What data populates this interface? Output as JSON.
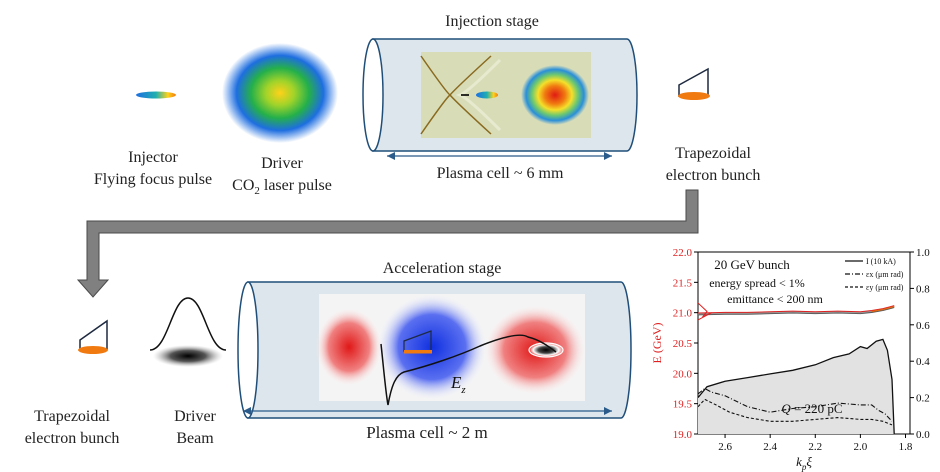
{
  "injection": {
    "title": "Injection stage",
    "cell_label": "Plasma cell ~ 6 mm",
    "injector_label_1": "Injector",
    "injector_label_2": "Flying focus pulse",
    "driver_label_1": "Driver",
    "driver_label_2_prefix": "CO",
    "driver_label_2_sub": "2",
    "driver_label_2_suffix": " laser pulse",
    "bunch_label_1": "Trapezoidal",
    "bunch_label_2": "electron bunch"
  },
  "acceleration": {
    "title": "Acceleration stage",
    "cell_label": "Plasma cell ~ 2 m",
    "field_label_main": "E",
    "field_label_sub": "z",
    "bunch_label_1": "Trapezoidal",
    "bunch_label_2": "electron bunch",
    "driver_label_1": "Driver",
    "driver_label_2": "Beam"
  },
  "colors": {
    "cell_stroke": "#1f4e79",
    "cell_fill": "#dde6ec",
    "bunch_orange": "#f07a10",
    "arrow_gray": "#808080",
    "energy_axis_red": "#e02020",
    "positive_field_red": "#e01818",
    "negative_field_blue": "#1030e0"
  },
  "chart_data": {
    "type": "line",
    "annotations": [
      "20 GeV bunch",
      "energy spread < 1%",
      "emittance < 200 nm",
      "Q = 220 pC"
    ],
    "xlabel_main": "k",
    "xlabel_sub": "p",
    "xlabel_suffix": "ξ",
    "left_ylabel": "E (GeV)",
    "xlim": [
      2.72,
      1.78
    ],
    "x_reversed": true,
    "ylim_left": [
      19.0,
      22.0
    ],
    "ylim_right": [
      0.0,
      1.0
    ],
    "x_ticks": [
      "2.6",
      "2.4",
      "2.2",
      "2.0",
      "1.8"
    ],
    "x_tick_values": [
      2.6,
      2.4,
      2.2,
      2.0,
      1.8
    ],
    "left_ticks": [
      "19.0",
      "19.5",
      "20.0",
      "20.5",
      "21.0",
      "21.5",
      "22.0"
    ],
    "left_tick_values": [
      19.0,
      19.5,
      20.0,
      20.5,
      21.0,
      21.5,
      22.0
    ],
    "right_ticks": [
      "0.0",
      "0.2",
      "0.4",
      "0.6",
      "0.8",
      "1.0"
    ],
    "right_tick_values": [
      0.0,
      0.2,
      0.4,
      0.6,
      0.8,
      1.0
    ],
    "legend": [
      {
        "label": "I (10 kA)",
        "style": "solid"
      },
      {
        "label": "εx (μm rad)",
        "style": "dashdot"
      },
      {
        "label": "εy (μm rad)",
        "style": "dashed"
      }
    ],
    "series": [
      {
        "name": "I (10 kA)",
        "axis": "right",
        "style": "solid",
        "x": [
          2.72,
          2.68,
          2.6,
          2.5,
          2.4,
          2.3,
          2.2,
          2.12,
          2.05,
          2.0,
          1.97,
          1.93,
          1.9,
          1.88,
          1.86,
          1.85
        ],
        "y": [
          0.2,
          0.26,
          0.29,
          0.31,
          0.33,
          0.35,
          0.38,
          0.42,
          0.44,
          0.48,
          0.47,
          0.51,
          0.52,
          0.46,
          0.3,
          0.0
        ]
      },
      {
        "name": "εx (μm rad)",
        "axis": "right",
        "style": "dashdot",
        "x": [
          2.72,
          2.69,
          2.66,
          2.6,
          2.5,
          2.4,
          2.3,
          2.2,
          2.1,
          2.0,
          1.95,
          1.92,
          1.89,
          1.86
        ],
        "y": [
          0.22,
          0.25,
          0.23,
          0.21,
          0.15,
          0.12,
          0.14,
          0.15,
          0.17,
          0.16,
          0.16,
          0.13,
          0.11,
          0.07
        ]
      },
      {
        "name": "εy (μm rad)",
        "axis": "right",
        "style": "dashed",
        "x": [
          2.72,
          2.69,
          2.64,
          2.58,
          2.5,
          2.4,
          2.3,
          2.2,
          2.1,
          2.0,
          1.95,
          1.9,
          1.86
        ],
        "y": [
          0.15,
          0.19,
          0.16,
          0.12,
          0.09,
          0.07,
          0.07,
          0.08,
          0.09,
          0.08,
          0.08,
          0.07,
          0.05
        ]
      },
      {
        "name": "Energy",
        "axis": "left",
        "style": "phase-space",
        "x": [
          2.72,
          2.6,
          2.5,
          2.4,
          2.3,
          2.2,
          2.1,
          2.0,
          1.95,
          1.9,
          1.87,
          1.85
        ],
        "y": [
          20.98,
          20.99,
          20.99,
          21.0,
          21.01,
          21.0,
          21.01,
          21.0,
          21.02,
          21.05,
          21.08,
          21.1
        ]
      }
    ]
  }
}
